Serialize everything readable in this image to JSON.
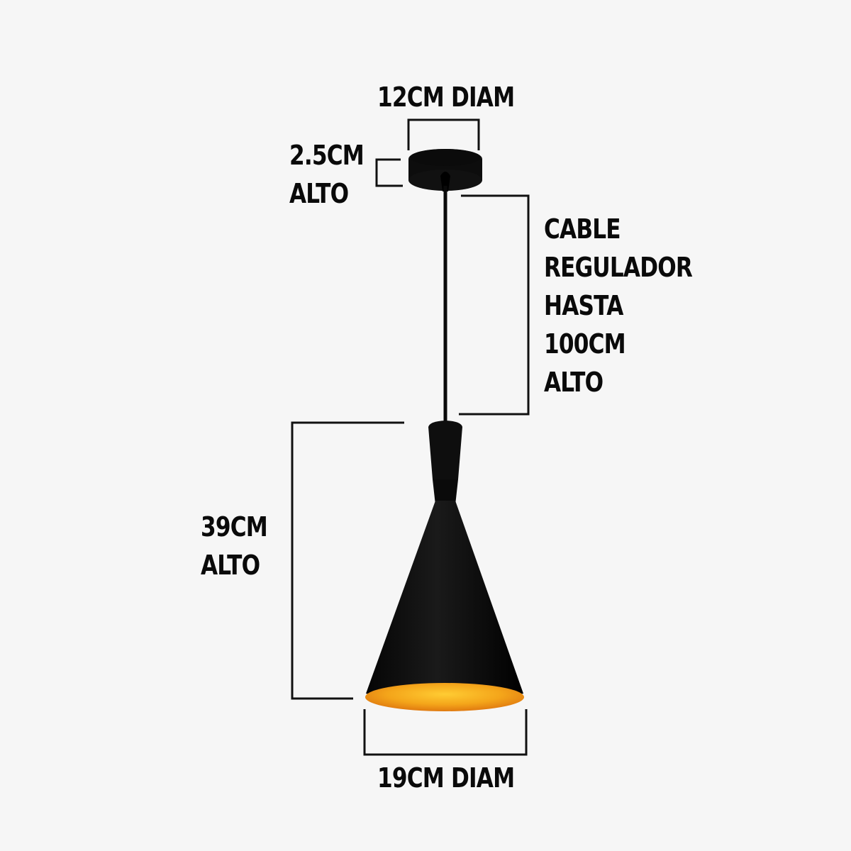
{
  "product": {
    "name": "Pendant lamp",
    "colors": {
      "background": "#f6f6f6",
      "body": "#0d0d0d",
      "interior": "#f0a018",
      "interior_highlight": "#ffcc33",
      "dimension_line": "#111111"
    }
  },
  "dimensions": {
    "canopy_diameter": {
      "line1": "12CM DIAM"
    },
    "canopy_height": {
      "line1": "2.5CM",
      "line2": "ALTO"
    },
    "cable_length": {
      "line1": "CABLE",
      "line2": "REGULADOR",
      "line3": "HASTA",
      "line4": "100CM",
      "line5": "ALTO"
    },
    "shade_height": {
      "line1": "39CM",
      "line2": "ALTO"
    },
    "shade_diameter": {
      "line1": "19CM DIAM"
    }
  }
}
